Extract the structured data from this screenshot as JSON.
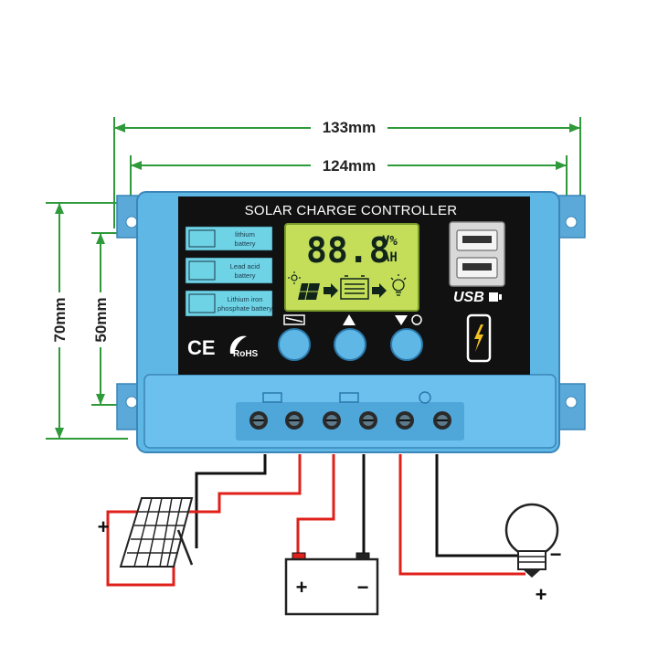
{
  "dimensions": {
    "outer_width": "133mm",
    "inner_width": "124mm",
    "outer_height": "70mm",
    "inner_height": "50mm"
  },
  "panel": {
    "title": "SOLAR CHARGE CONTROLLER",
    "battery_types": [
      {
        "line1": "lithium",
        "line2": "battery"
      },
      {
        "line1": "Lead acid",
        "line2": "battery"
      },
      {
        "line1": "Lithium iron",
        "line2": "phosphate battery"
      }
    ],
    "lcd": {
      "digits": "88.8",
      "unit_top": "V%",
      "unit_bottom": "AH"
    },
    "usb_label": "USB",
    "ce_mark": "CE",
    "rohs_mark": "RoHS"
  },
  "wiring": {
    "panel_plus": "+",
    "battery_plus": "+",
    "battery_minus": "−",
    "lamp_minus": "−",
    "lamp_plus": "+"
  },
  "colors": {
    "case_blue": "#5fb7e6",
    "panel_black": "#111111",
    "lcd_green": "#c4de5a",
    "dimension_green": "#2e9a3a",
    "positive_wire": "#e0201a",
    "negative_wire": "#111111"
  }
}
